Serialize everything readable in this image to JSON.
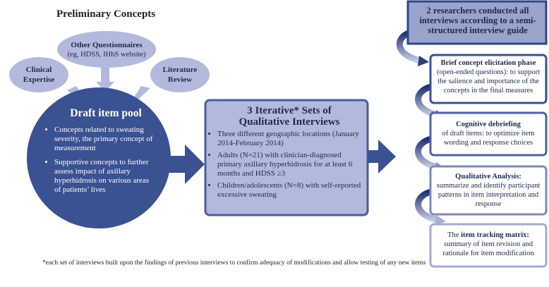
{
  "title": "Preliminary Concepts",
  "sources": {
    "clinical": [
      "Clinical",
      "Expertise"
    ],
    "questionnaires": [
      "Other Questionnaires",
      "(eg, HDSS, IHhS website)"
    ],
    "literature": [
      "Literature",
      "Review"
    ]
  },
  "pool": {
    "title": "Draft item pool",
    "items": [
      "Concepts related to sweating severity, the primary concept of measurement",
      "Supportive concepts to further assess impact of axillary hyperhidrosis on various areas of patients’ lives"
    ]
  },
  "interviews": {
    "title_line1": "3 Iterative* Sets of",
    "title_line2": "Qualitative Interviews",
    "items": [
      "Three different geographic locations (January 2014-February 2014)",
      "Adults (N=21) with clinician-diagnosed primary axillary hyperhidrosis for at least 6 months and HDSS ≥3",
      "Children/adolescents (N=8) with self-reported excessive sweating"
    ]
  },
  "steps": {
    "header": "2 researchers conducted all interviews according to a semi-structured interview guide",
    "elicitation": {
      "bold": "Brief concept elicitation phase",
      "rest": "(open-ended questions): to support the salience and importance of the concepts in the final measures"
    },
    "debriefing": {
      "bold": "Cognitive debriefing",
      "rest": "of draft items: to optimize item wording and response choices"
    },
    "analysis": {
      "bold": "Qualitative Analysis:",
      "rest": "summarize and identify participant patterns in item interpretation and response"
    },
    "tracking": {
      "pre": "The ",
      "bold": "item tracking matrix:",
      "rest": "summary of item revision and rationale for item modification"
    }
  },
  "footnote": "*each set of interviews built upon the findings of previous interviews to confirm adequacy of modifications and allow testing of any new items",
  "colors": {
    "dark_blue": "#3a5192",
    "mid_blue": "#9aa3cc",
    "light_blue": "#b3b9dc",
    "border": "#4a5c9e"
  }
}
